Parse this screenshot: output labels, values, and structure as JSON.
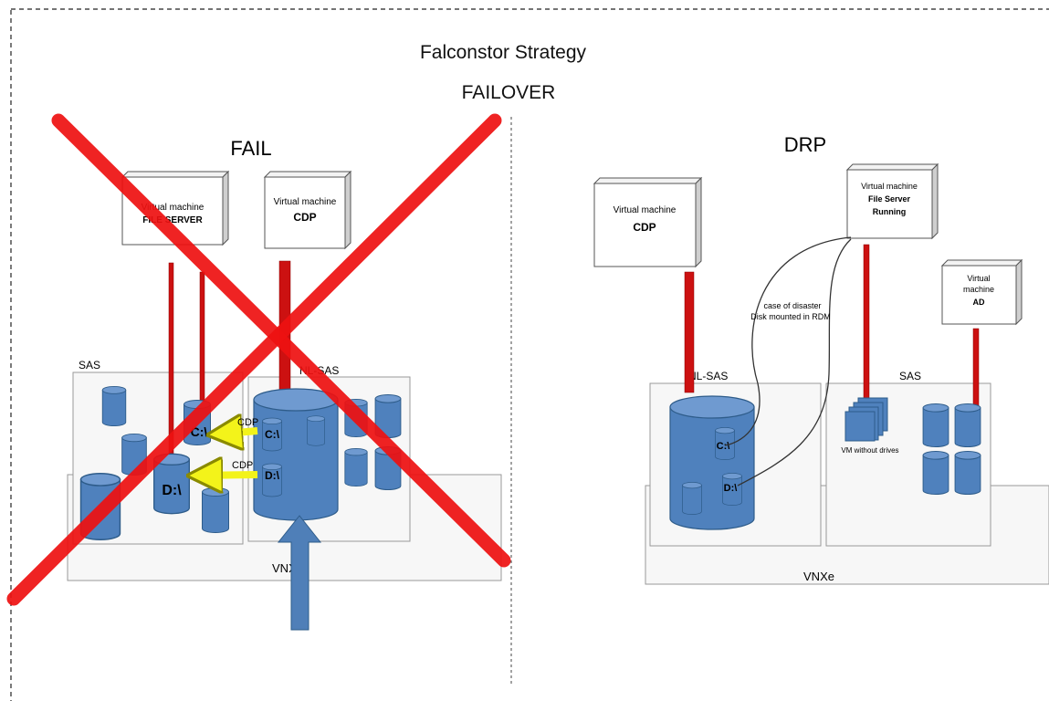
{
  "title": "Falconstor Strategy",
  "subtitle": "FAILOVER",
  "colors": {
    "red_line": "#cc1111",
    "cross": "#ee1111",
    "disk_fill": "#4f81bd",
    "disk_stroke": "#2e5c8a",
    "yellow_arrow": "#f3f31a",
    "blue_arrow": "#4f7fb8"
  },
  "left": {
    "heading": "FAIL",
    "vm_fileserver": {
      "line1": "Virtual machine",
      "line2": "FILE SERVER"
    },
    "vm_cdp": {
      "line1": "Virtual machine",
      "line2": "CDP"
    },
    "sas_label": "SAS",
    "nlsas_label": "NL-SAS",
    "vnxe_label": "VNXe",
    "disk_c_small": "C:\\",
    "disk_d_small": "D:\\",
    "disk_c_big": "C:\\",
    "disk_d_big": "D:\\",
    "cdp_arrow_1": "CDP",
    "cdp_arrow_2": "CDP"
  },
  "right": {
    "heading": "DRP",
    "vm_cdp": {
      "line1": "Virtual machine",
      "line2": "CDP"
    },
    "vm_fileserver": {
      "line1": "Virtual machine",
      "line2": "File Server",
      "line3": "Running"
    },
    "vm_ad": {
      "line1": "Virtual",
      "line2": "machine",
      "line3": "AD"
    },
    "annotation": {
      "line1": "case of disaster",
      "line2": "Disk mounted in RDM"
    },
    "nlsas_label": "NL-SAS",
    "sas_label": "SAS",
    "vnxe_label": "VNXe",
    "disk_c": "C:\\",
    "disk_d": "D:\\",
    "vm_without_drives": "VM without drives"
  }
}
